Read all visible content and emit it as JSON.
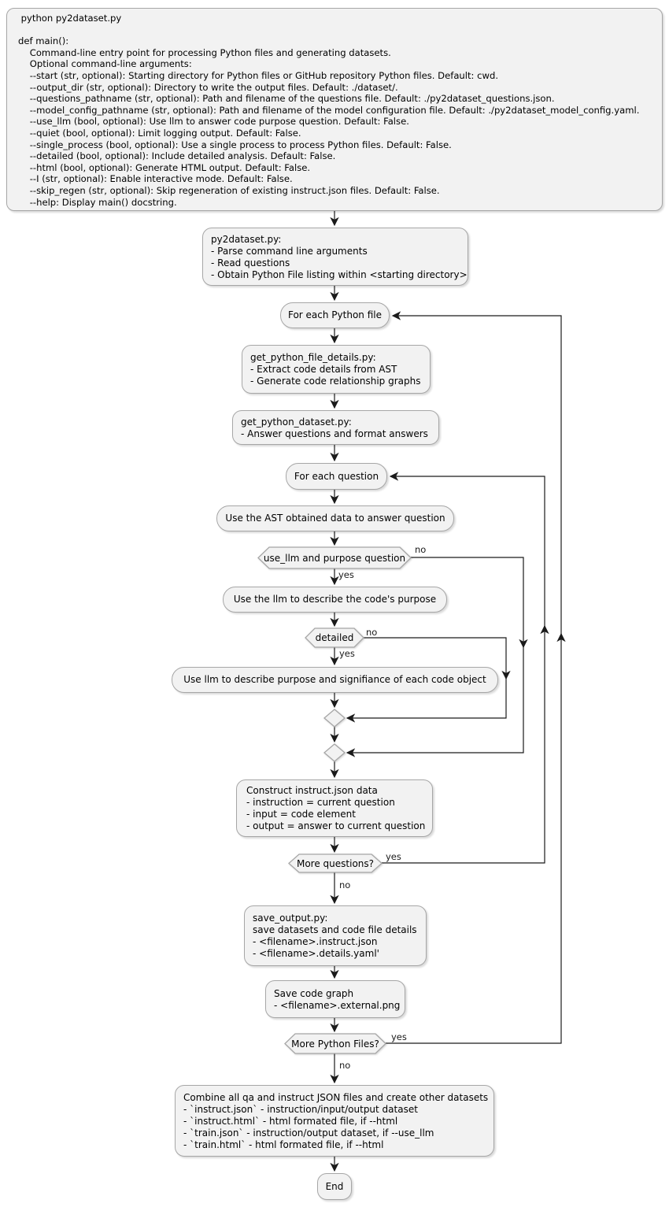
{
  "doc_box": {
    "lines": [
      " python py2dataset.py",
      "",
      "def main():",
      "    Command-line entry point for processing Python files and generating datasets.",
      "    Optional command-line arguments:",
      "    --start (str, optional): Starting directory for Python files or GitHub repository Python files. Default: cwd.",
      "    --output_dir (str, optional): Directory to write the output files. Default: ./dataset/.",
      "    --questions_pathname (str, optional): Path and filename of the questions file. Default: ./py2dataset_questions.json.",
      "    --model_config_pathname (str, optional): Path and filename of the model configuration file. Default: ./py2dataset_model_config.yaml.",
      "    --use_llm (bool, optional): Use llm to answer code purpose question. Default: False.",
      "    --quiet (bool, optional): Limit logging output. Default: False.",
      "    --single_process (bool, optional): Use a single process to process Python files. Default: False.",
      "    --detailed (bool, optional): Include detailed analysis. Default: False.",
      "    --html (bool, optional): Generate HTML output. Default: False.",
      "    --I (str, optional): Enable interactive mode. Default: False.",
      "    --skip_regen (str, optional): Skip regeneration of existing instruct.json files. Default: False.",
      "    --help: Display main() docstring."
    ]
  },
  "nodes": {
    "main": {
      "lines": [
        "py2dataset.py:",
        "- Parse command line arguments",
        "- Read questions",
        "- Obtain Python File listing within <starting directory>"
      ]
    },
    "loop_files": {
      "label": "For each Python file"
    },
    "file_details": {
      "lines": [
        "get_python_file_details.py:",
        "- Extract code details from AST",
        "- Generate code relationship graphs"
      ]
    },
    "dataset": {
      "lines": [
        "get_python_dataset.py:",
        "- Answer questions and format answers"
      ]
    },
    "loop_questions": {
      "label": "For each question"
    },
    "ast_answer": {
      "label": "Use the AST obtained data to answer question"
    },
    "use_llm_decision": {
      "label": "use_llm and purpose question"
    },
    "llm_purpose": {
      "label": "Use the llm to describe the code's purpose"
    },
    "detailed_decision": {
      "label": "detailed"
    },
    "llm_objects": {
      "label": "Use llm to describe purpose and signifiance of each code object"
    },
    "construct": {
      "lines": [
        "Construct instruct.json data",
        "- instruction = current question",
        "- input = code element",
        "- output = answer to current question"
      ]
    },
    "more_questions_decision": {
      "label": "More questions?"
    },
    "save_output": {
      "lines": [
        "save_output.py:",
        "save datasets and code file details",
        "- <filename>.instruct.json",
        "- <filename>.details.yaml'"
      ]
    },
    "save_graph": {
      "lines": [
        "Save code graph",
        "- <filename>.external.png"
      ]
    },
    "more_files_decision": {
      "label": "More Python Files?"
    },
    "combine": {
      "lines": [
        "Combine all qa and instruct JSON files and create other datasets",
        "- `instruct.json` - instruction/input/output dataset",
        "- `instruct.html` - html formated file, if --html",
        "- `train.json` - instruction/output dataset, if --use_llm",
        "- `train.html` - html formated file, if --html"
      ]
    },
    "end": {
      "label": "End"
    }
  },
  "edge_labels": {
    "use_llm_yes": "yes",
    "use_llm_no": "no",
    "detailed_yes": "yes",
    "detailed_no": "no",
    "more_questions_yes": "yes",
    "more_questions_no": "no",
    "more_files_yes": "yes",
    "more_files_no": "no"
  },
  "colors": {
    "background": "#ffffff",
    "node_fill": "#f2f2f2",
    "node_border": "#a6a6a6",
    "edge": "#1a1a1a",
    "text": "#000000"
  }
}
